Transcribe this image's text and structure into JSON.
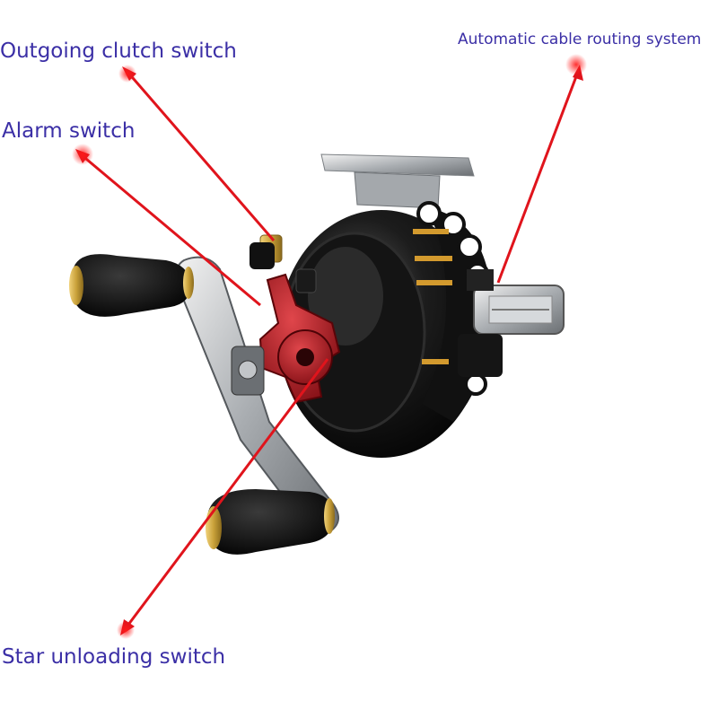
{
  "labels": {
    "outgoing_clutch": "Outgoing clutch switch",
    "alarm": "Alarm switch",
    "cable_routing": "Automatic cable routing system",
    "star_unloading": "Star unloading switch"
  },
  "colors": {
    "label_text": "#3b2fa6",
    "arrow": "#e0141c",
    "reel_body": "#111111",
    "reel_red": "#b0141c",
    "handle_knob": "#0b0b0b",
    "gold_trim": "#c9a13a",
    "metal": "#b8bcc0"
  }
}
